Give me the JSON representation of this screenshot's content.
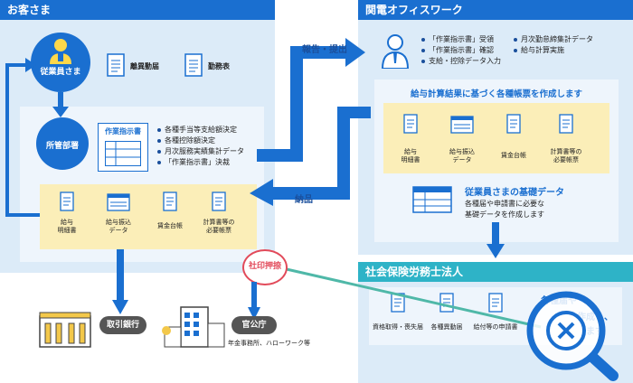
{
  "customer": {
    "title": "お客さま",
    "employee_label": "従業員さま",
    "docs_top": [
      "離異動届",
      "勤務表"
    ],
    "dept_label": "所管部署",
    "instruction_title": "作業指示書",
    "dept_bullets": [
      "各種手当等支給額決定",
      "各種控除額決定",
      "月次服務実績集計データ",
      "「作業指示書」決裁"
    ],
    "docs_bottom": [
      {
        "line1": "給与",
        "line2": "明細書"
      },
      {
        "line1": "給与振込",
        "line2": "データ"
      },
      {
        "line1": "賃金台帳",
        "line2": ""
      },
      {
        "line1": "計算書等の",
        "line2": "必要帳票"
      }
    ]
  },
  "office": {
    "title": "関電オフィスワーク",
    "bullets_col1": [
      "「作業指示書」受領",
      "「作業指示書」確認",
      "支給・控除データ入力"
    ],
    "bullets_col2": [
      "月次勤怠締集計データ",
      "給与計算実施"
    ],
    "report_heading": "給与計算結果に基づく各種帳票を作成します",
    "docs": [
      {
        "line1": "給与",
        "line2": "明細書"
      },
      {
        "line1": "給与振込",
        "line2": "データ"
      },
      {
        "line1": "賃金台帳",
        "line2": ""
      },
      {
        "line1": "計算書等の",
        "line2": "必要帳票"
      }
    ],
    "basic_data_title": "従業員さまの基礎データ",
    "basic_data_desc1": "各種届や申請書に必要な",
    "basic_data_desc2": "基礎データを作成します"
  },
  "arrows": {
    "report_submit": "報告・提出",
    "delivery": "納品"
  },
  "labor": {
    "title": "社会保険労務士法人",
    "docs": [
      "資格取得・喪失届",
      "各種異動届",
      "給付等の申請書"
    ],
    "partial_text1": "各種届や",
    "partial_text2": "作成し、",
    "partial_text3": "ます"
  },
  "seal": "社印押捺",
  "bank": {
    "label": "取引銀行"
  },
  "gov": {
    "label": "官公庁",
    "sub": "年金事務所、ハローワーク等"
  },
  "colors": {
    "primary": "#1a6fd0",
    "light_panel": "#dcebf8",
    "pale": "#eef5fc",
    "yellow": "#fbeeb8",
    "labor_head": "#2eb3c7"
  }
}
